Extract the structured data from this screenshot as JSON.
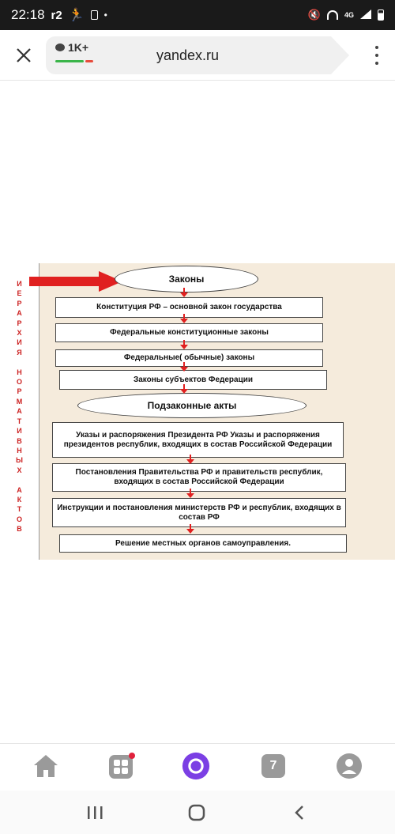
{
  "status_bar": {
    "time": "22:18",
    "indicators": [
      "r2",
      "runner-icon",
      "sim-icon",
      "•"
    ],
    "right_icons": [
      "mute-icon",
      "wifi-icon",
      "4g-icon",
      "signal-icon",
      "battery-icon"
    ],
    "network": "4G"
  },
  "browser": {
    "url": "yandex.ru",
    "comments_count": "1K+"
  },
  "diagram": {
    "side_label": [
      "И",
      "Е",
      "Р",
      "А",
      "Р",
      "Х",
      "И",
      "Я",
      "",
      "Н",
      "О",
      "Р",
      "М",
      "А",
      "Т",
      "И",
      "В",
      "Н",
      "Ы",
      "Х",
      "",
      "А",
      "К",
      "Т",
      "О",
      "В"
    ],
    "top_ellipse": "Законы",
    "laws": [
      "Конституция РФ – основной закон государства",
      "Федеральные конституционные законы",
      "Федеральные( обычные) законы",
      "Законы субъектов Федерации"
    ],
    "middle_ellipse": "Подзаконные акты",
    "bylaws": [
      "Указы и распоряжения Президента РФ Указы и распоряжения президентов республик, входящих в состав Российской Федерации",
      "Постановления Правительства РФ и правительств республик, входящих в состав Российской Федерации",
      "Инструкции и постановления министерств РФ и республик, входящих в состав РФ",
      "Решение местных органов самоуправления."
    ]
  },
  "bottom_nav": {
    "tabs_count": "7"
  },
  "colors": {
    "accent_red": "#e02020",
    "alice_purple": "#7b3fe4",
    "diagram_bg": "#f5ebdc"
  }
}
